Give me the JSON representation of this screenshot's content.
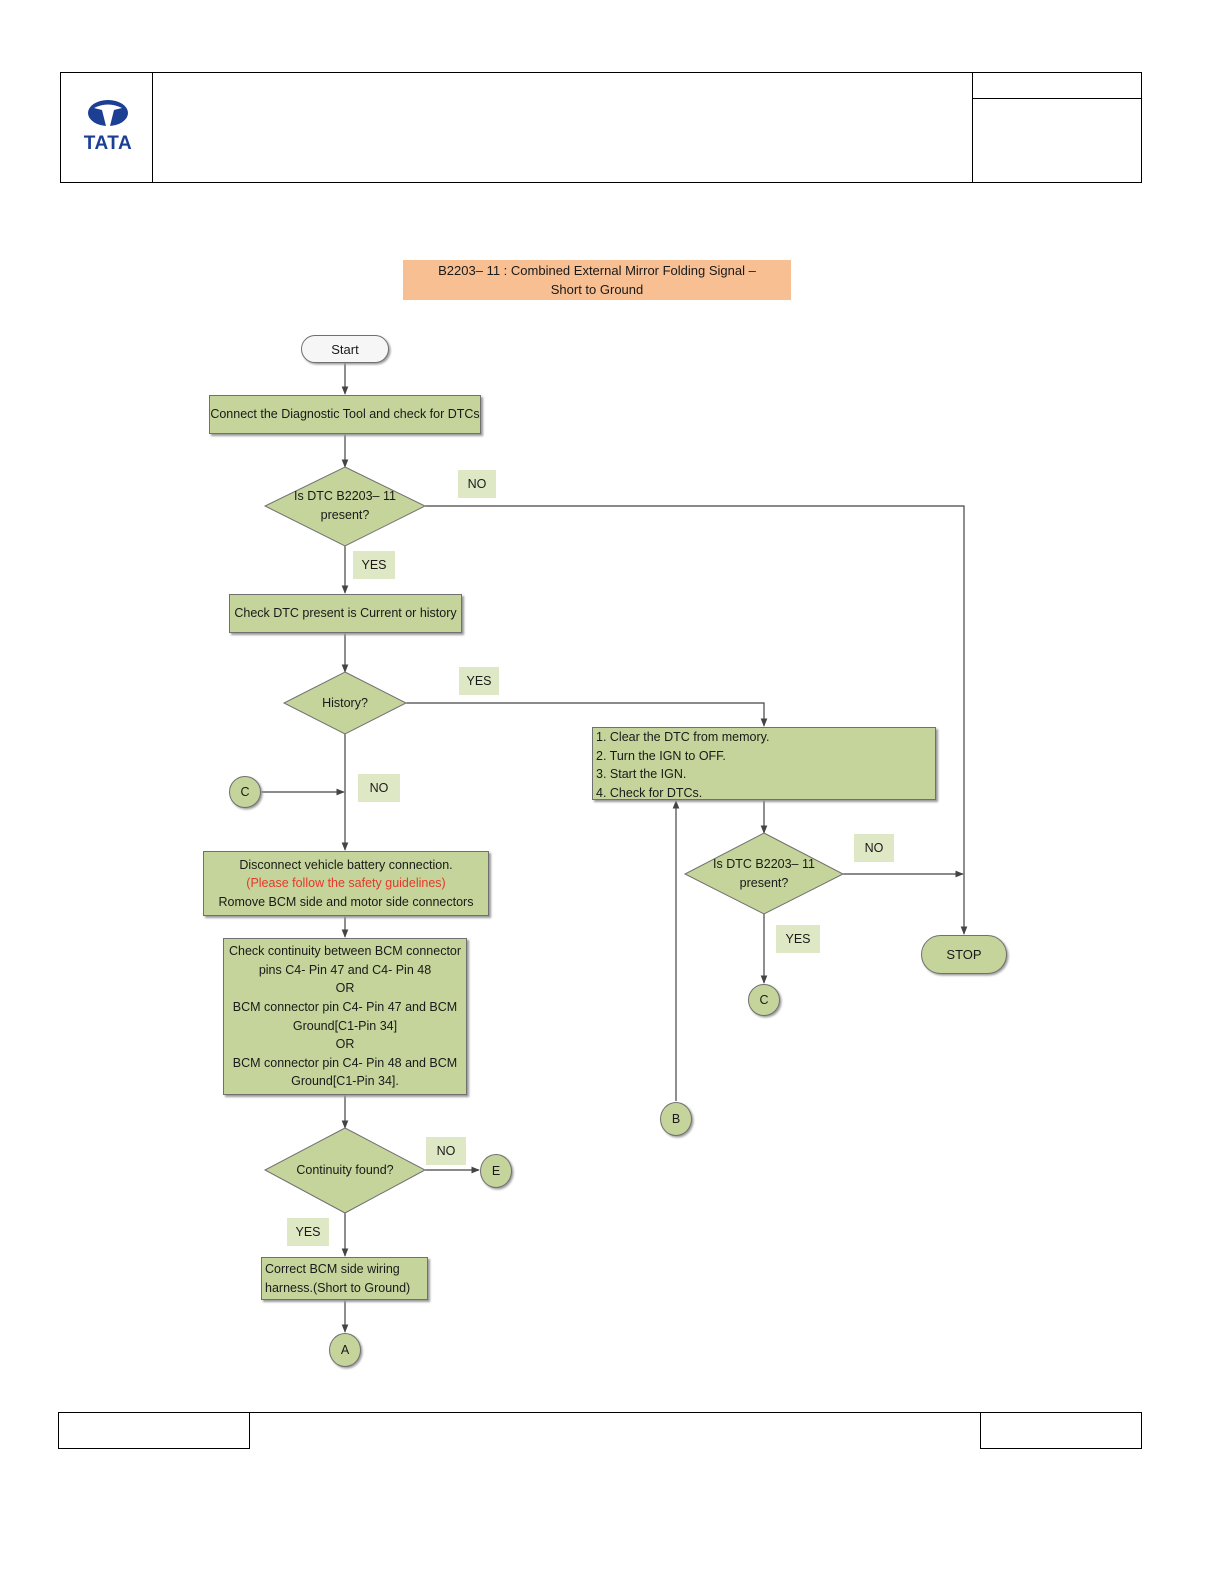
{
  "header": {
    "logo_text": "TATA"
  },
  "title": "B2203– 11 : Combined External Mirror Folding Signal – Short to Ground",
  "nodes": {
    "start": "Start",
    "connect_tool": "Connect the Diagnostic Tool and check for DTCs",
    "decision_dtc_present_1": [
      "Is DTC B2203– 11",
      "present?"
    ],
    "check_current_history": "Check DTC present is Current or history",
    "decision_history": "History?",
    "clear_steps": [
      "1. Clear the DTC from memory.",
      "2. Turn the IGN to OFF.",
      "3. Start the IGN.",
      "4. Check for DTCs."
    ],
    "decision_dtc_present_2": [
      "Is DTC B2203– 11",
      "present?"
    ],
    "disconnect": [
      "Disconnect vehicle battery connection.",
      "(Please follow the safety guidelines)",
      "Romove BCM side and motor side connectors"
    ],
    "check_continuity": [
      "Check continuity between BCM connector",
      "pins C4- Pin 47 and C4- Pin 48",
      "OR",
      "BCM connector pin C4- Pin 47 and BCM",
      "Ground[C1-Pin 34]",
      "OR",
      "BCM connector pin C4- Pin 48 and BCM",
      "Ground[C1-Pin 34]."
    ],
    "decision_continuity": "Continuity found?",
    "correct_wiring": [
      "Correct BCM side wiring",
      "harness.(Short to Ground)"
    ],
    "stop": "STOP"
  },
  "connectors": {
    "a": "A",
    "b": "B",
    "c_in": "C",
    "c_out": "C",
    "e": "E"
  },
  "labels": {
    "no_dtc1": "NO",
    "yes_dtc1": "YES",
    "yes_history": "YES",
    "no_history": "NO",
    "no_dtc2": "NO",
    "yes_dtc2": "YES",
    "no_continuity": "NO",
    "yes_continuity": "YES"
  }
}
